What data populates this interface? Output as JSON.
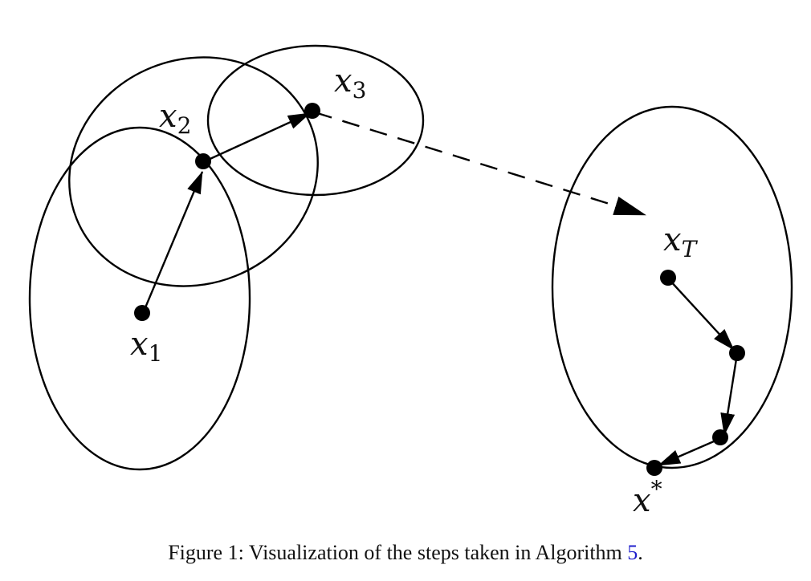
{
  "labels": {
    "x1": {
      "base": "x",
      "sub": "1"
    },
    "x2": {
      "base": "x",
      "sub": "2"
    },
    "x3": {
      "base": "x",
      "sub": "3"
    },
    "xT": {
      "base": "x",
      "sub": "T"
    },
    "xstar": {
      "base": "x",
      "sup": "*"
    }
  },
  "caption": {
    "prefix": "Figure 1: Visualization of the steps taken in Algorithm ",
    "ref": "5",
    "suffix": "."
  }
}
